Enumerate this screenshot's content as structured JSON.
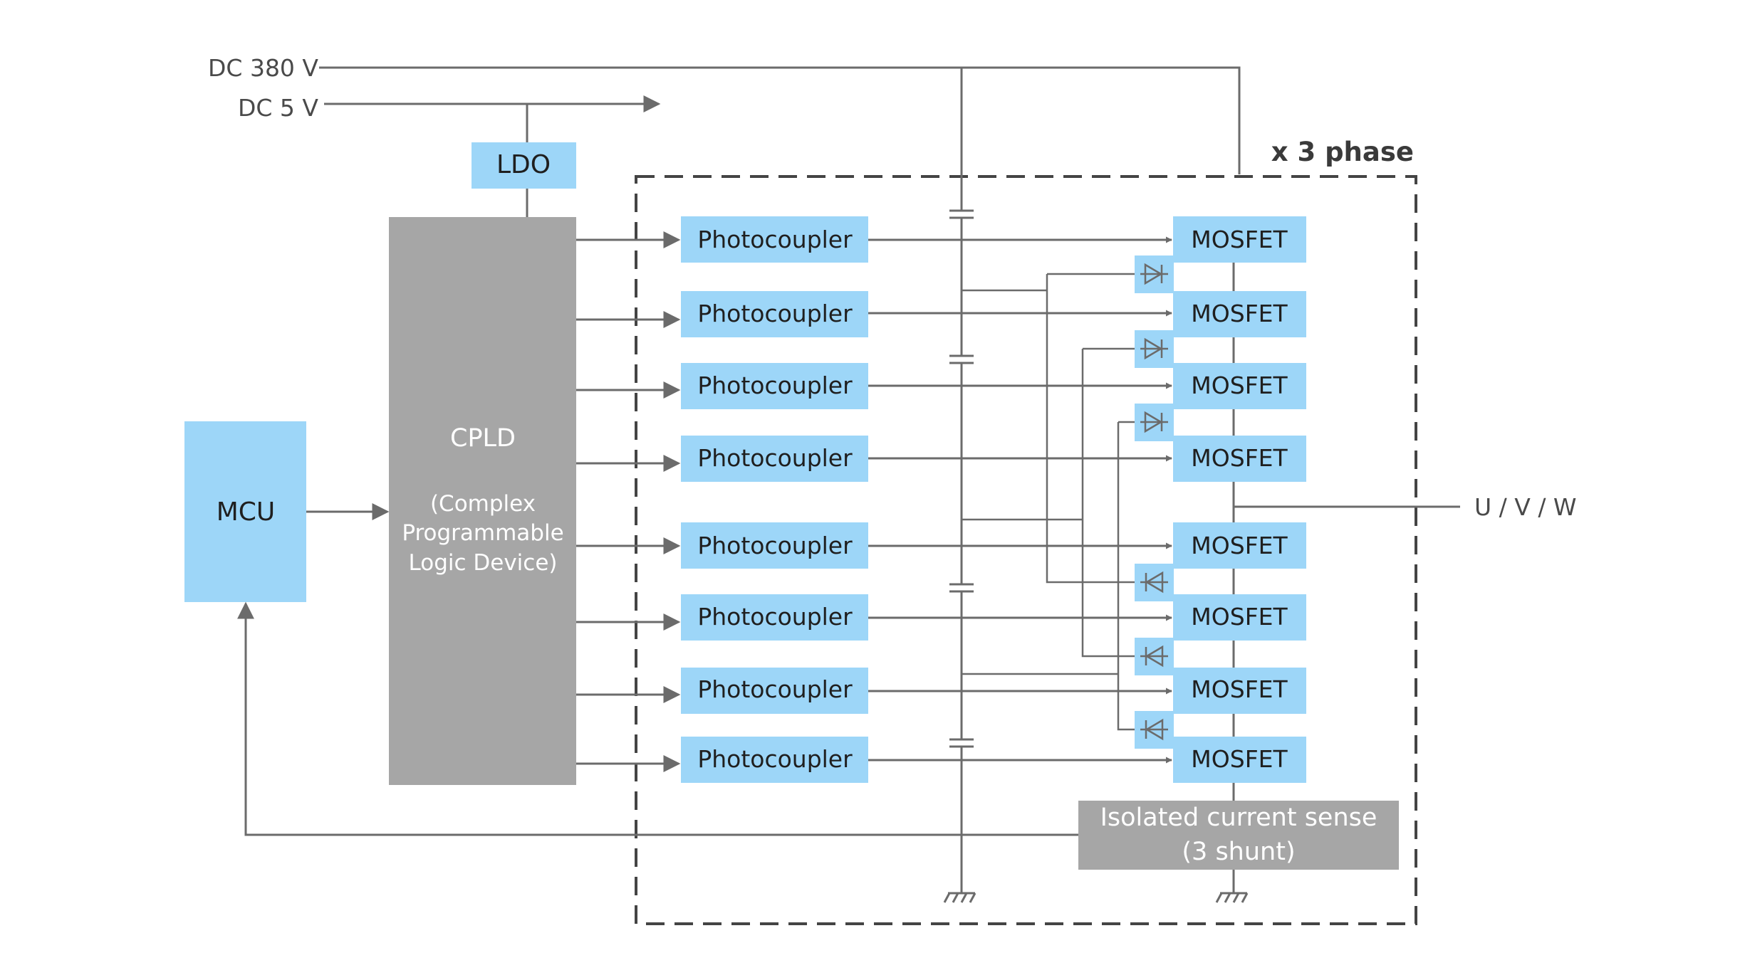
{
  "colors": {
    "block_blue": "#9dd6f8",
    "block_gray": "#a6a6a6",
    "line": "#6b6b6b",
    "text_dark": "#1f1f1f",
    "text_gray": "#4a4a4a",
    "text_white": "#ffffff"
  },
  "rails": {
    "dc380": "DC 380 V",
    "dc5": "DC 5 V"
  },
  "ldo": "LDO",
  "mcu": "MCU",
  "cpld": {
    "title": "CPLD",
    "line1": "(Complex",
    "line2": "Programmable",
    "line3": "Logic Device)"
  },
  "phase_label": "x 3 phase",
  "photocouplers": [
    "Photocoupler",
    "Photocoupler",
    "Photocoupler",
    "Photocoupler",
    "Photocoupler",
    "Photocoupler",
    "Photocoupler",
    "Photocoupler"
  ],
  "mosfets": [
    "MOSFET",
    "MOSFET",
    "MOSFET",
    "MOSFET",
    "MOSFET",
    "MOSFET",
    "MOSFET",
    "MOSFET"
  ],
  "current_sense": {
    "line1": "Isolated current sense",
    "line2": "(3 shunt)"
  },
  "output_label": "U / V / W"
}
